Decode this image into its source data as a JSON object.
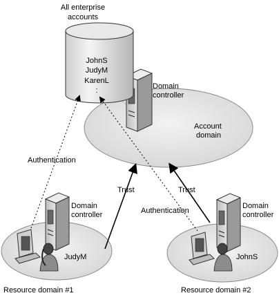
{
  "diagram": {
    "database": {
      "caption_line1": "All enterprise",
      "caption_line2": "accounts",
      "entries": [
        "JohnS",
        "JudyM",
        "KarenL"
      ],
      "continuation": ":"
    },
    "account_domain": {
      "controller_label_line1": "Domain",
      "controller_label_line2": "controller",
      "domain_label_line1": "Account",
      "domain_label_line2": "domain"
    },
    "resource_domain_1": {
      "controller_label_line1": "Domain",
      "controller_label_line2": "controller",
      "user": "JudyM",
      "caption": "Resource domain #1"
    },
    "resource_domain_2": {
      "controller_label_line1": "Domain",
      "controller_label_line2": "controller",
      "user": "JohnS",
      "caption": "Resource domain #2"
    },
    "links": {
      "authentication_left": "Authentication",
      "authentication_right": "Authentication",
      "trust_left": "Trust",
      "trust_right": "Trust"
    }
  }
}
